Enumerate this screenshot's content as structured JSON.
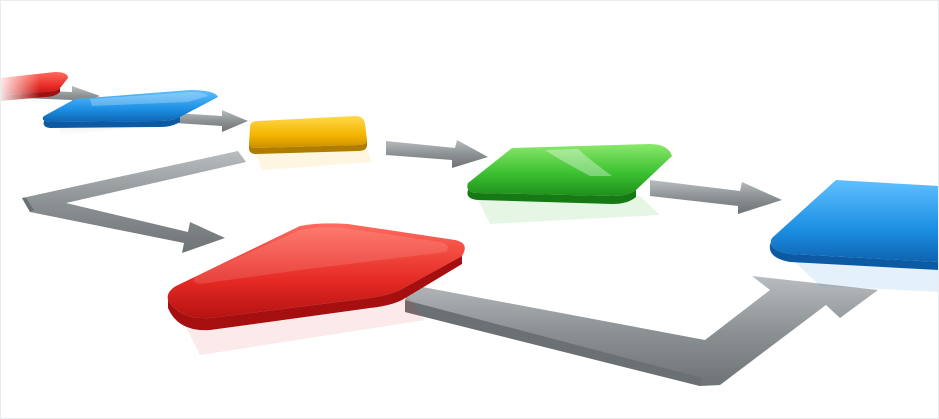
{
  "scene": {
    "background": "#ffffff",
    "arrow_color": "#8f9498",
    "blocks": [
      {
        "name": "block-red-far",
        "color": "#e23b3b"
      },
      {
        "name": "block-blue-1",
        "color": "#1e8fe0"
      },
      {
        "name": "block-yellow",
        "color": "#f5b800"
      },
      {
        "name": "block-green",
        "color": "#35b62c"
      },
      {
        "name": "block-blue-2",
        "color": "#1e8fe0"
      },
      {
        "name": "block-red-large",
        "color": "#e02828"
      }
    ]
  }
}
